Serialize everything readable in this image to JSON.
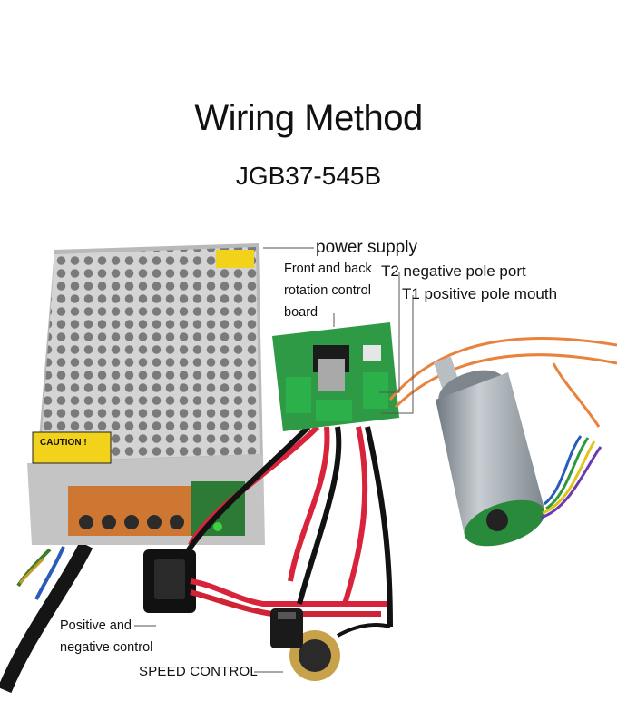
{
  "heading": {
    "title": "Wiring Method",
    "model": "JGB37-545B"
  },
  "labels": {
    "power_supply": "power supply",
    "control_board": [
      "Front and back",
      "rotation control",
      "board"
    ],
    "t2": "T2 negative pole port",
    "t1": "T1 positive pole mouth",
    "switch": [
      "Positive and",
      "negative control"
    ],
    "speed": "SPEED CONTROL"
  },
  "psu_caution": "CAUTION !",
  "colors": {
    "psu_metal": "#c9c9c9",
    "board_green": "#2f9a46",
    "wire_red": "#d8233a",
    "wire_orange": "#e9823c",
    "motor_metal": "#9aa3ab"
  }
}
